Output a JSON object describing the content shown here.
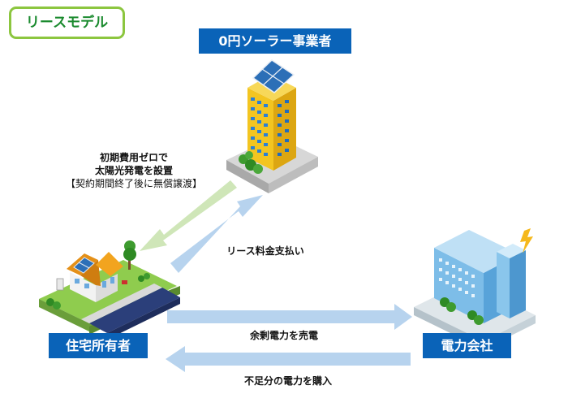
{
  "header": {
    "badge": "リースモデル"
  },
  "nodes": {
    "solar_company": "0円ソーラー事業者",
    "homeowner": "住宅所有者",
    "power_company": "電力会社"
  },
  "flows": {
    "install_line1": "初期費用ゼロで",
    "install_line2": "太陽光発電を設置",
    "install_line3": "【契約期間終了後に無償譲渡】",
    "lease_payment": "リース料金支払い",
    "sell_surplus": "余剰電力を売電",
    "buy_shortfall": "不足分の電力を購入"
  },
  "colors": {
    "badge_border": "#8cc63f",
    "badge_text": "#1a8a2e",
    "label_box": "#0a63b8",
    "arrow_green": "#cfe6b8",
    "arrow_blue": "#b7d3ee"
  }
}
